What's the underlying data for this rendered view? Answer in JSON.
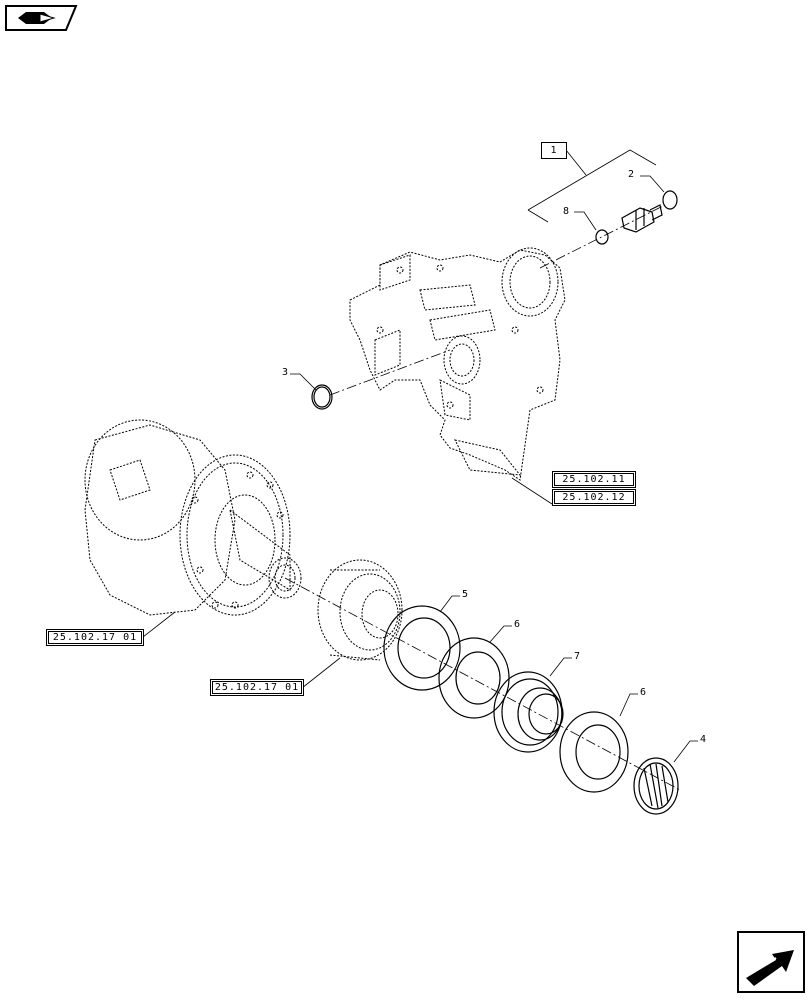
{
  "diagram": {
    "reference_boxes": [
      {
        "id": "ref-1",
        "label": "1"
      },
      {
        "id": "ref-25-102-11",
        "label": "25.102.11"
      },
      {
        "id": "ref-25-102-12",
        "label": "25.102.12"
      },
      {
        "id": "ref-25-102-17-01-a",
        "label": "25.102.17 01"
      },
      {
        "id": "ref-25-102-17-01-b",
        "label": "25.102.17 01"
      }
    ],
    "callouts": {
      "c2": "2",
      "c8": "8",
      "c3": "3",
      "c5": "5",
      "c6a": "6",
      "c7": "7",
      "c6b": "6",
      "c4": "4"
    }
  },
  "navigation": {
    "top_icon": "previous-page-icon",
    "bottom_icon": "next-page-icon"
  },
  "colors": {
    "line": "#000000",
    "background": "#ffffff"
  }
}
